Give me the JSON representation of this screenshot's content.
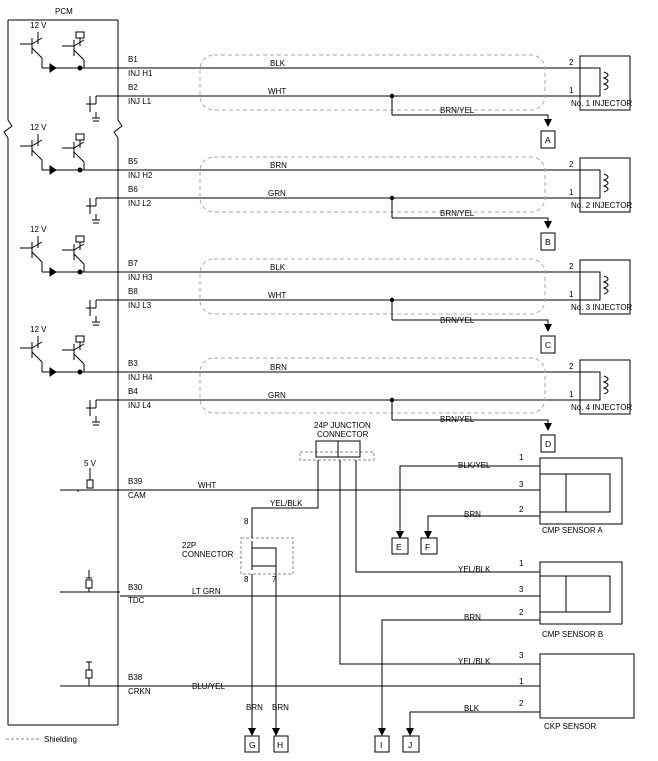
{
  "pcm": {
    "title": "PCM",
    "v12": "12 V",
    "v5": "5 V"
  },
  "legend": {
    "shielding": "Shielding"
  },
  "injectors": [
    {
      "high_pin": "B1",
      "high_sig": "INJ H1",
      "high_wire": "BLK",
      "low_pin": "B2",
      "low_sig": "INJ L1",
      "low_wire": "WHT",
      "branch_wire": "BRN/YEL",
      "branch_ref": "A",
      "pin_hi": "2",
      "pin_lo": "1",
      "label": "No. 1 INJECTOR"
    },
    {
      "high_pin": "B5",
      "high_sig": "INJ H2",
      "high_wire": "BRN",
      "low_pin": "B6",
      "low_sig": "INJ L2",
      "low_wire": "GRN",
      "branch_wire": "BRN/YEL",
      "branch_ref": "B",
      "pin_hi": "2",
      "pin_lo": "1",
      "label": "No. 2 INJECTOR"
    },
    {
      "high_pin": "B7",
      "high_sig": "INJ H3",
      "high_wire": "BLK",
      "low_pin": "B8",
      "low_sig": "INJ L3",
      "low_wire": "WHT",
      "branch_wire": "BRN/YEL",
      "branch_ref": "C",
      "pin_hi": "2",
      "pin_lo": "1",
      "label": "No. 3 INJECTOR"
    },
    {
      "high_pin": "B3",
      "high_sig": "INJ H4",
      "high_wire": "BRN",
      "low_pin": "B4",
      "low_sig": "INJ L4",
      "low_wire": "GRN",
      "branch_wire": "BRN/YEL",
      "branch_ref": "D",
      "pin_hi": "2",
      "pin_lo": "1",
      "label": "No. 4 INJECTOR"
    }
  ],
  "junction": {
    "label_1": "24P JUNCTION",
    "label_2": "CONNECTOR"
  },
  "conn22": {
    "label_1": "22P",
    "label_2": "CONNECTOR",
    "pin_8_top": "8",
    "pin_8_bot": "8",
    "pin_7": "7"
  },
  "cam": {
    "pin": "B39",
    "sig": "CAM",
    "wire": "WHT",
    "wire_after": "YEL/BLK"
  },
  "tdc": {
    "pin": "B30",
    "sig": "TDC",
    "wire": "LT GRN"
  },
  "crkn": {
    "pin": "B38",
    "sig": "CRKN",
    "wire": "BLU/YEL"
  },
  "cmp_a": {
    "label": "CMP SENSOR A",
    "w1": "BLK/YEL",
    "w2": "BRN",
    "p1": "1",
    "p2": "2",
    "p3": "3",
    "ref_e": "E",
    "ref_f": "F"
  },
  "cmp_b": {
    "label": "CMP SENSOR B",
    "w1": "YEL/BLK",
    "w2": "BRN",
    "p1": "1",
    "p2": "2",
    "p3": "3"
  },
  "ckp": {
    "label": "CKP SENSOR",
    "w3": "YEL/BLK",
    "w2": "BLK",
    "p1": "1",
    "p2": "2",
    "p3": "3"
  },
  "bottom": {
    "g_wire": "BRN",
    "h_wire": "BRN",
    "ref_g": "G",
    "ref_h": "H",
    "ref_i": "I",
    "ref_j": "J"
  }
}
